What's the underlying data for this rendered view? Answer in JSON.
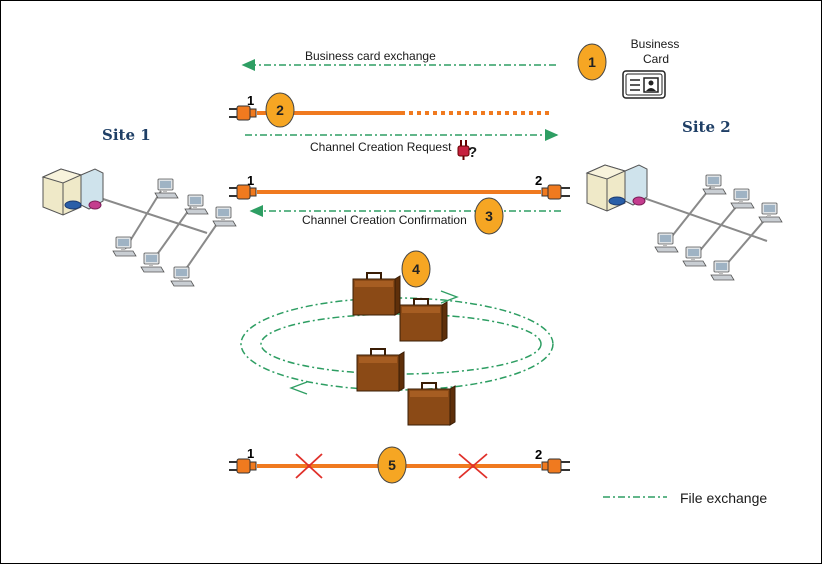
{
  "sites": {
    "site1": "Site 1",
    "site2": "Site 2"
  },
  "messages": {
    "business_card_exchange": "Business card exchange",
    "channel_request": "Channel Creation Request",
    "channel_confirmation": "Channel Creation Confirmation"
  },
  "business_card": {
    "line1": "Business",
    "line2": "Card"
  },
  "steps": [
    "1",
    "2",
    "3",
    "4",
    "5"
  ],
  "plug_numbers": {
    "left": "1",
    "right": "2"
  },
  "legend": {
    "file_exchange": "File exchange"
  },
  "colors": {
    "channel_orange": "#f07a1f",
    "step_circle": "#f6a623",
    "exchange_green": "#2e9e63",
    "cross_red": "#e0302a",
    "briefcase": "#8b4a16"
  },
  "icons": {
    "server": "server-icon",
    "computer": "computer-icon",
    "plug": "plug-icon",
    "briefcase": "briefcase-icon",
    "business_card": "business-card-icon"
  }
}
